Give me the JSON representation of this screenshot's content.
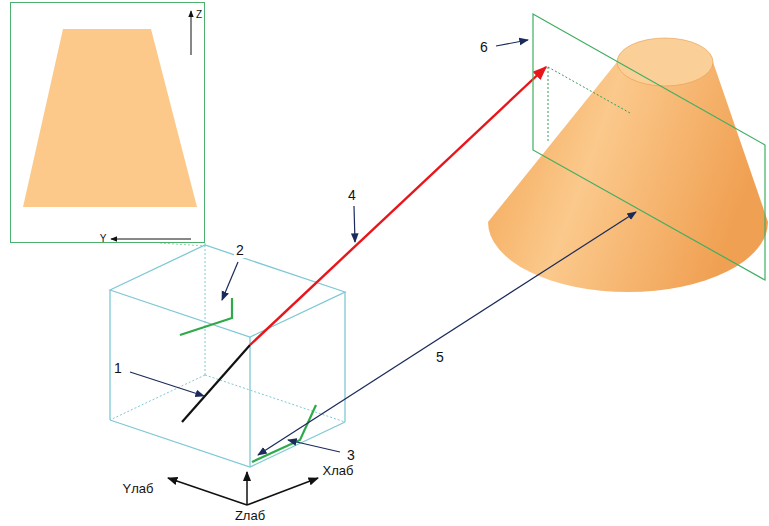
{
  "diagram": {
    "nodes": [
      {
        "text": [
          "Z",
          "Y"
        ]
      }
    ],
    "labels": [
      "6",
      "4",
      "2",
      "1",
      "5",
      "3",
      "Yлаб",
      "Xлаб",
      "Zлаб"
    ]
  }
}
